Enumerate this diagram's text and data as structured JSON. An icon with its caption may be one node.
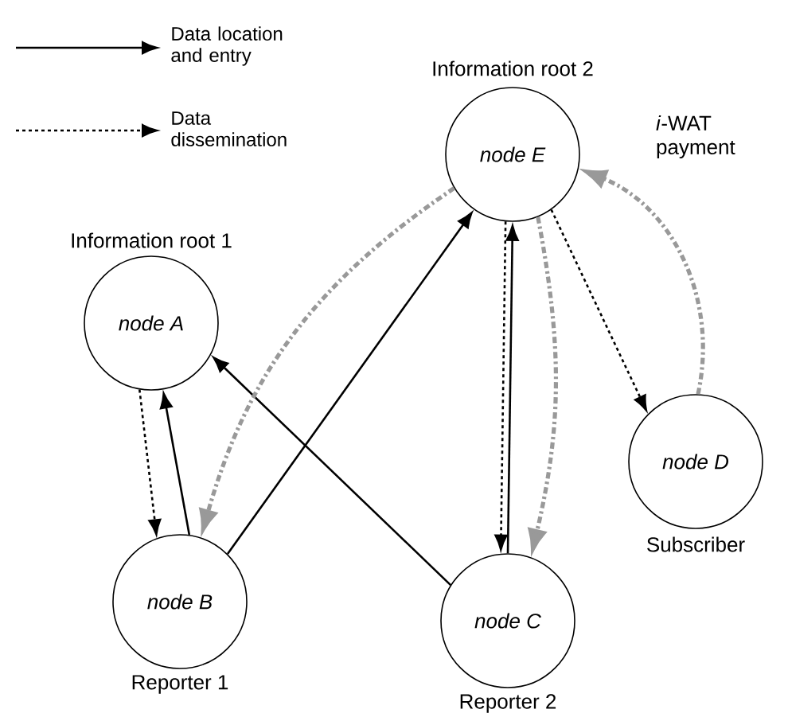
{
  "diagram": {
    "nodes": [
      {
        "text": [
          "node A"
        ],
        "beside": [
          "Information root 1"
        ]
      },
      {
        "text": [
          "node B"
        ],
        "beside": [
          "Reporter 1"
        ]
      },
      {
        "text": [
          "node C"
        ],
        "beside": [
          "Reporter 2"
        ]
      },
      {
        "text": [
          "node D"
        ],
        "beside": [
          "Subscriber"
        ]
      },
      {
        "text": [
          "node E"
        ],
        "beside": [
          "Information root 2"
        ]
      }
    ],
    "edges": [
      {
        "from": 0,
        "to": 1,
        "arrow": "to",
        "style": "dashed"
      },
      {
        "from": 1,
        "to": 0,
        "arrow": "to"
      },
      {
        "from": 1,
        "to": 4,
        "arrow": "to"
      },
      {
        "from": 2,
        "to": 0,
        "arrow": "to"
      },
      {
        "from": 4,
        "to": 2,
        "arrow": "to",
        "style": "dashed"
      },
      {
        "from": 2,
        "to": 4,
        "arrow": "to"
      },
      {
        "from": 4,
        "to": 3,
        "arrow": "to",
        "style": "dashed"
      },
      {
        "from": 4,
        "to": 1,
        "arrow": "to",
        "style": "dashed",
        "color": "#999999"
      },
      {
        "from": 4,
        "to": 2,
        "arrow": "to",
        "style": "dashed",
        "color": "#999999"
      },
      {
        "from": 3,
        "to": 4,
        "arrow": "to",
        "style": "dashed",
        "color": "#999999",
        "label": "*i*-WAT payment"
      }
    ],
    "legend": [
      {
        "text": "Data location and entry"
      },
      {
        "text": "Data dissemination"
      }
    ]
  }
}
